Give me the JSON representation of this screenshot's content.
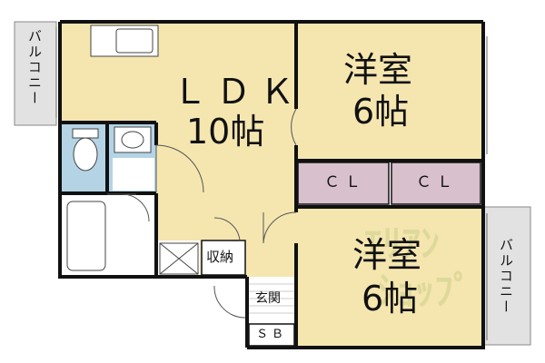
{
  "rooms": {
    "ldk_name": "ＬＤＫ",
    "ldk_size": "10帖",
    "western1_name": "洋室",
    "western1_size": "6帖",
    "western2_name": "洋室",
    "western2_size": "6帖",
    "closet1": "ＣＬ",
    "closet2": "ＣＬ",
    "storage": "収納",
    "entrance": "玄関",
    "shoe_box": "ＳＢ",
    "balcony_left": "バルコニー",
    "balcony_right": "バルコニー"
  },
  "watermark": {
    "line1": "ｴﾘｱﾝ",
    "line2": "ｼｮｯﾌﾟ"
  },
  "colors": {
    "room_fill": "#f5e6b0",
    "closet_fill": "#d8c0cc",
    "wet_fill": "#b4d4e6",
    "balcony_fill": "#e2e2e2",
    "wall": "#111111"
  }
}
